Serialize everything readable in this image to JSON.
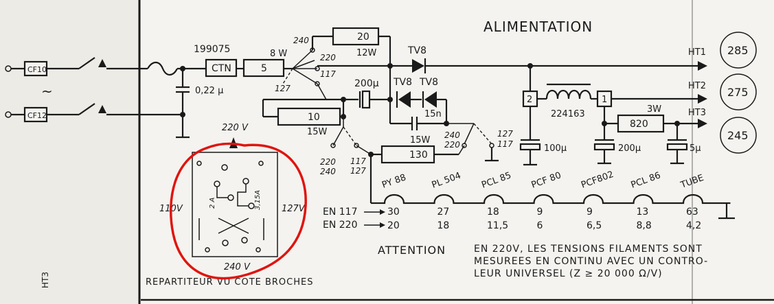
{
  "title": "ALIMENTATION",
  "inputs": {
    "cf10": "CF10",
    "cf12": "CF12"
  },
  "cap_input": "0,22 µ",
  "ctn": {
    "ref": "199075",
    "label": "CTN"
  },
  "r5": {
    "watt": "8 W",
    "value": "5"
  },
  "r20": {
    "value": "20",
    "watt": "12W"
  },
  "r10": {
    "value": "10",
    "watt": "15W"
  },
  "r130": {
    "watt": "15W",
    "value": "130"
  },
  "r820": {
    "watt": "3W",
    "value": "820"
  },
  "taps": {
    "t240": "240",
    "t220": "220",
    "t117": "117",
    "t127": "127",
    "s240": "240",
    "s220": "220",
    "s127": "127",
    "s117": "117",
    "u220": "220",
    "u240": "240",
    "v117": "117",
    "v127": "127"
  },
  "diodes": {
    "tv8_top": "TV8",
    "tv8_a": "TV8",
    "tv8_b": "TV8"
  },
  "c200": "200µ",
  "c15n": "15n",
  "c100": "100µ",
  "c200b": "200µ",
  "c5": "5µ",
  "choke": "224163",
  "node2": "2",
  "node1": "1",
  "outputs": [
    {
      "name": "HT1",
      "value": "285"
    },
    {
      "name": "HT2",
      "value": "275"
    },
    {
      "name": "HT3",
      "value": "245"
    }
  ],
  "selector": {
    "top": "220 V",
    "left": "110V",
    "right": "127V",
    "bottom": "240 V",
    "fuse1": "2 A",
    "fuse2": "3,15A",
    "caption": "REPARTITEUR VU COTE BROCHES"
  },
  "filaments": {
    "row_labels": [
      "EN 117",
      "EN 220"
    ],
    "tubes": [
      {
        "name": "PY 88",
        "v117": "30",
        "v220": "20"
      },
      {
        "name": "PL 504",
        "v117": "27",
        "v220": "18"
      },
      {
        "name": "PCL 85",
        "v117": "18",
        "v220": "11,5"
      },
      {
        "name": "PCF 80",
        "v117": "9",
        "v220": "6"
      },
      {
        "name": "PCF802",
        "v117": "9",
        "v220": "6,5"
      },
      {
        "name": "PCL 86",
        "v117": "13",
        "v220": "8,8"
      },
      {
        "name": "TUBE",
        "v117": "63",
        "v220": "4,2"
      }
    ]
  },
  "note": {
    "heading": "ATTENTION",
    "line1": "EN 220V, LES TENSIONS FILAMENTS SONT",
    "line2": "MESUREES EN CONTINU AVEC UN CONTRO-",
    "line3": "LEUR UNIVERSEL (Z ≥ 20 000 Ω/V)"
  },
  "side_text": "HT3",
  "colors": {
    "ink": "#1a1a1a",
    "paper": "#f4f3ef",
    "annotation": "#e0140f"
  }
}
